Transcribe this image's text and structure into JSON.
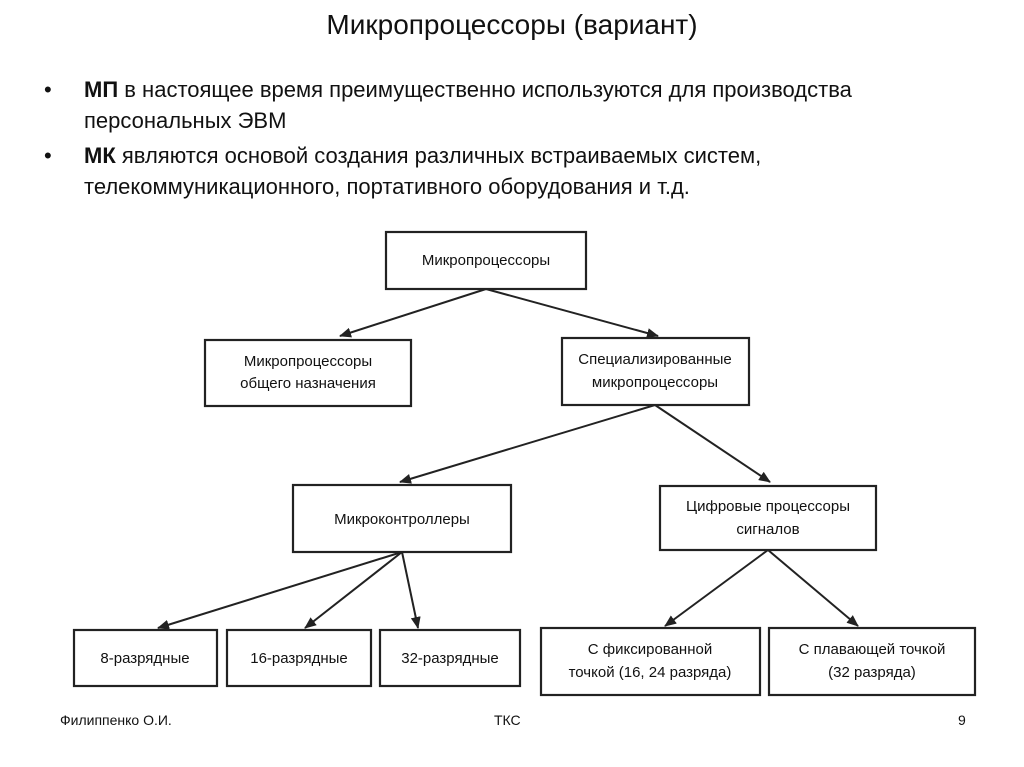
{
  "slide": {
    "title": "Микропроцессоры (вариант)",
    "bullets": [
      {
        "bold": "МП",
        "text": " в настоящее время преимущественно используются для производства персональных ЭВМ"
      },
      {
        "bold": "МК",
        "text": " являются основой создания различных встраиваемых систем, телекоммуникационного, портативного оборудования и т.д."
      }
    ],
    "bullet_marker": "•"
  },
  "diagram": {
    "root": {
      "lines": [
        "Микропроцессоры"
      ]
    },
    "general": {
      "lines": [
        "Микропроцессоры",
        "общего назначения"
      ]
    },
    "specialized": {
      "lines": [
        "Специализированные",
        "микропроцессоры"
      ]
    },
    "microcontrollers": {
      "lines": [
        "Микроконтроллеры"
      ]
    },
    "dsp": {
      "lines": [
        "Цифровые процессоры",
        "сигналов"
      ]
    },
    "bit8": {
      "lines": [
        "8-разрядные"
      ]
    },
    "bit16": {
      "lines": [
        "16-разрядные"
      ]
    },
    "bit32": {
      "lines": [
        "32-разрядные"
      ]
    },
    "fixed": {
      "lines": [
        "С фиксированной",
        "точкой (16, 24 разряда)"
      ]
    },
    "floating": {
      "lines": [
        "С плавающей точкой",
        "(32 разряда)"
      ]
    }
  },
  "footer": {
    "author": "Филиппенко О.И.",
    "center": "ТКС",
    "page": "9"
  }
}
